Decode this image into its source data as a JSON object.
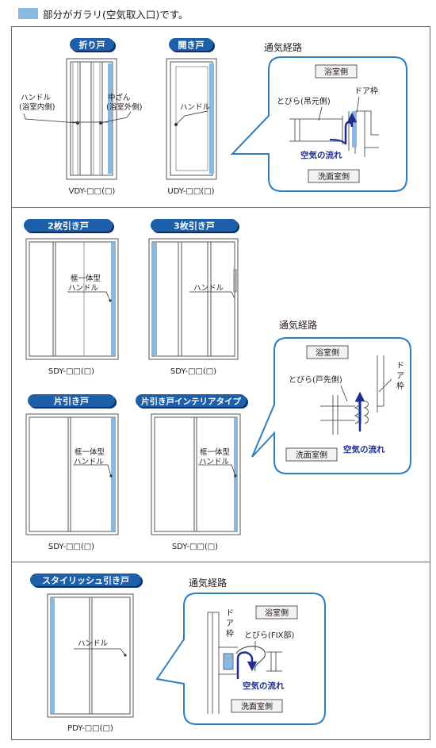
{
  "legend": {
    "text": "部分がガラリ(空気取入口)です。",
    "color": "#8bb8df"
  },
  "colors": {
    "navy": "#1d5fa8",
    "pill_shadow": "#0c2f6b",
    "callout_border": "#2f7fbf",
    "vent_blue": "#8bb8df",
    "airflow": "#1e2d8f"
  },
  "sections": [
    {
      "doors": [
        {
          "badge": "折り戸",
          "model": "VDY-□□(□)",
          "labels": [
            "ハンドル",
            "(浴室内側)",
            "中ざん",
            "(浴室外側)"
          ]
        },
        {
          "badge": "開き戸",
          "model": "UDY-□□(□)",
          "labels": [
            "ハンドル"
          ]
        }
      ],
      "route": {
        "title": "通気経路",
        "top_box": "浴室側",
        "bottom_box": "洗面室側",
        "door_label": "とびら(吊元側)",
        "frame_label": "ドア枠",
        "air_label": "空気の流れ"
      }
    },
    {
      "doors": [
        {
          "badge": "2枚引き戸",
          "model": "SDY-□□(□)",
          "labels": [
            "框一体型",
            "ハンドル"
          ]
        },
        {
          "badge": "3枚引き戸",
          "model": "SDY-□□(□)",
          "labels": [
            "ハンドル"
          ]
        },
        {
          "badge": "片引き戸",
          "model": "SDY-□□(□)",
          "labels": [
            "框一体型",
            "ハンドル"
          ]
        },
        {
          "badge": "片引き戸インテリアタイプ",
          "model": "SDY-□□(□)",
          "labels": [
            "框一体型",
            "ハンドル"
          ]
        }
      ],
      "route": {
        "title": "通気経路",
        "top_box": "浴室側",
        "bottom_box": "洗面室側",
        "door_label": "とびら(戸先側)",
        "frame_label": [
          "ド",
          "ア",
          "枠"
        ],
        "air_label": "空気の流れ"
      }
    },
    {
      "doors": [
        {
          "badge": "スタイリッシュ引き戸",
          "model": "PDY-□□(□)",
          "labels": [
            "ハンドル"
          ]
        }
      ],
      "route": {
        "title": "通気経路",
        "top_box": "浴室側",
        "bottom_box": "洗面室側",
        "door_label": "とびら(FIX部)",
        "frame_label": [
          "ド",
          "ア",
          "枠"
        ],
        "air_label": "空気の流れ"
      }
    }
  ]
}
